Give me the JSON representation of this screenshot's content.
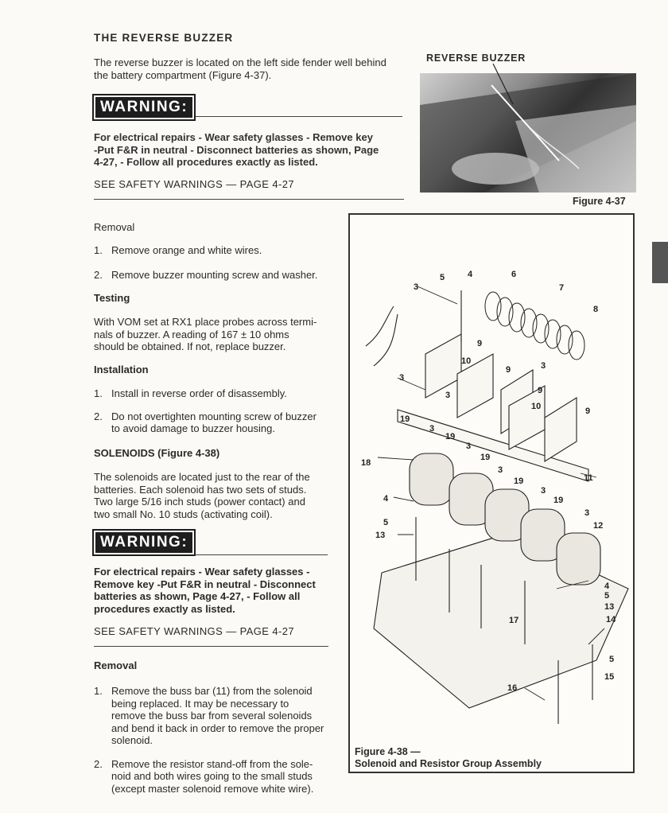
{
  "section_buzzer": {
    "title": "THE REVERSE BUZZER",
    "intro_lines": [
      "The reverse buzzer is located on the left side fender well behind",
      "the battery compartment (Figure 4-37)."
    ]
  },
  "warning_1": {
    "label": "WARNING:",
    "lines": [
      "For electrical repairs - Wear safety glasses - Remove key",
      "-Put F&R in neutral - Disconnect batteries as shown, Page",
      "4-27, - Follow all procedures exactly as listed."
    ],
    "see": "SEE SAFETY WARNINGS — PAGE 4-27"
  },
  "figure_37": {
    "callout": "REVERSE BUZZER",
    "caption": "Figure 4-37"
  },
  "removal_1": {
    "heading": "Removal",
    "steps": [
      {
        "num": "1.",
        "lines": [
          "Remove orange and white wires."
        ]
      },
      {
        "num": "2.",
        "lines": [
          "Remove buzzer mounting screw and washer."
        ]
      }
    ]
  },
  "testing": {
    "heading": "Testing",
    "lines": [
      "With VOM set at RX1 place probes across termi-",
      "nals of buzzer. A reading of 167 ± 10 ohms",
      "should be obtained. If not, replace buzzer."
    ]
  },
  "installation": {
    "heading": "Installation",
    "steps": [
      {
        "num": "1.",
        "lines": [
          "Install in reverse order of disassembly."
        ]
      },
      {
        "num": "2.",
        "lines": [
          "Do not overtighten mounting screw of buzzer",
          "to avoid damage to buzzer housing."
        ]
      }
    ]
  },
  "solenoids": {
    "heading": "SOLENOIDS (Figure 4-38)",
    "lines": [
      "The solenoids are located just to the rear of the",
      "batteries. Each solenoid has two sets of studs.",
      "Two large 5/16 inch studs (power contact) and",
      "two small No. 10 studs (activating coil)."
    ]
  },
  "warning_2": {
    "label": "WARNING:",
    "lines": [
      "For electrical repairs - Wear safety glasses -",
      "Remove key -Put F&R in neutral - Disconnect",
      "batteries as shown, Page 4-27, - Follow all",
      "procedures exactly as listed."
    ],
    "see": "SEE SAFETY WARNINGS — PAGE 4-27"
  },
  "removal_2": {
    "heading": "Removal",
    "steps": [
      {
        "num": "1.",
        "lines": [
          "Remove the buss bar (11) from the solenoid",
          "being replaced. It may be necessary to",
          "remove the buss bar from several solenoids",
          "and bend it back in order to remove the proper",
          "solenoid."
        ]
      },
      {
        "num": "2.",
        "lines": [
          "Remove the resistor stand-off from the sole-",
          "noid and both wires going to the small studs",
          "(except master solenoid remove white wire)."
        ]
      }
    ]
  },
  "figure_38": {
    "caption_line1": "Figure 4-38 —",
    "caption_line2": "Solenoid and Resistor Group Assembly",
    "callouts": [
      "5",
      "4",
      "6",
      "3",
      "7",
      "8",
      "9",
      "10",
      "9",
      "3",
      "3",
      "9",
      "3",
      "10",
      "9",
      "19",
      "3",
      "19",
      "3",
      "19",
      "3",
      "18",
      "19",
      "3",
      "11",
      "4",
      "19",
      "5",
      "3",
      "12",
      "13",
      "4",
      "5",
      "13",
      "17",
      "14",
      "5",
      "16",
      "15"
    ]
  }
}
